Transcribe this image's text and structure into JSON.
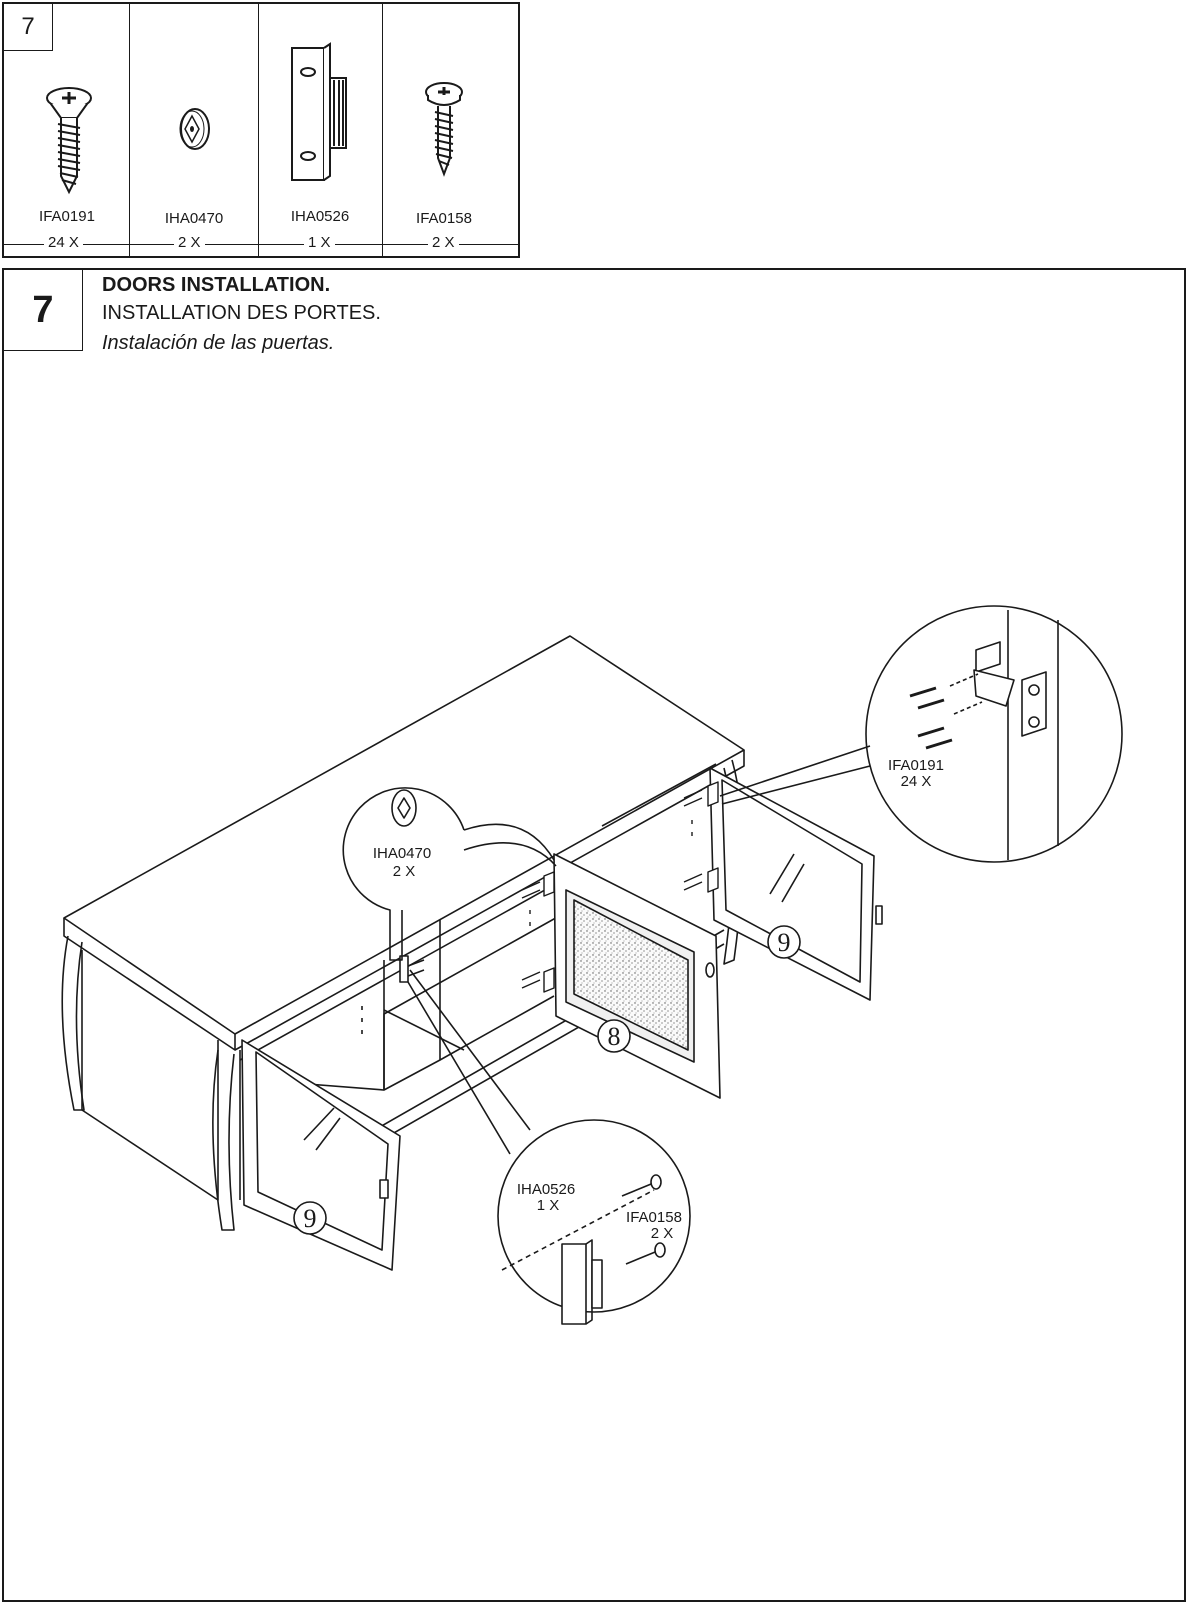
{
  "hardware": {
    "step_number": "7",
    "parts": [
      {
        "code": "IFA0191",
        "qty": "24 X",
        "icon": "flat-head-screw-icon"
      },
      {
        "code": "IHA0470",
        "qty": "2 X",
        "icon": "plastic-washer-icon"
      },
      {
        "code": "IHA0526",
        "qty": "1 X",
        "icon": "magnetic-catch-icon"
      },
      {
        "code": "IFA0158",
        "qty": "2 X",
        "icon": "pan-head-screw-icon"
      }
    ]
  },
  "step": {
    "number": "7",
    "title_en": "DOORS INSTALLATION.",
    "title_fr": "INSTALLATION DES PORTES.",
    "title_es": "Instalación de las puertas."
  },
  "callouts": {
    "hinge": {
      "code": "IFA0191",
      "qty": "24 X"
    },
    "washer": {
      "code": "IHA0470",
      "qty": "2 X"
    },
    "catch": {
      "code": "IHA0526",
      "qty": "1 X"
    },
    "catch_screw": {
      "code": "IFA0158",
      "qty": "2 X"
    }
  },
  "door_labels": {
    "left": "9",
    "center": "8",
    "right": "9"
  }
}
